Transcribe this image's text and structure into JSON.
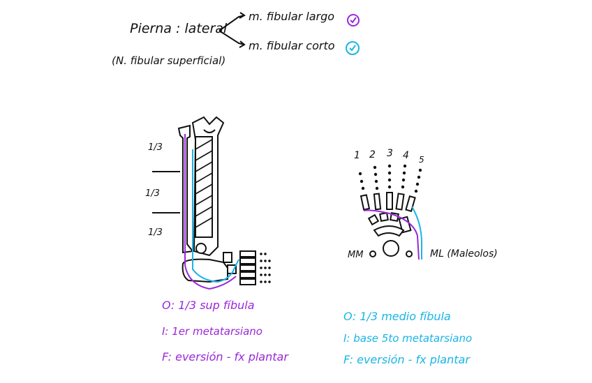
{
  "header": {
    "main_label": "Pierna : lateral",
    "branch_1": "m. fibular largo",
    "branch_2": "m. fibular corto",
    "nerve": "(N. fibular superficial)"
  },
  "thirds": {
    "top": "1/3",
    "middle": "1/3",
    "bottom": "1/3"
  },
  "foot_top": {
    "digits": [
      "1",
      "2",
      "3",
      "4",
      "5"
    ],
    "mm_label": "MM",
    "ml_label": "ML (Maleolos)"
  },
  "longus": {
    "origin": "O: 1/3 sup fíbula",
    "insertion": "I: 1er metatarsiano",
    "function": "F: eversión - fx plantar"
  },
  "brevis": {
    "origin": "O: 1/3 medio fíbula",
    "insertion": "I: base 5to metatarsiano",
    "function": "F: eversión - fx plantar"
  },
  "colors": {
    "longus": "#9b27d9",
    "brevis": "#19b5e6",
    "ink": "#111111"
  }
}
